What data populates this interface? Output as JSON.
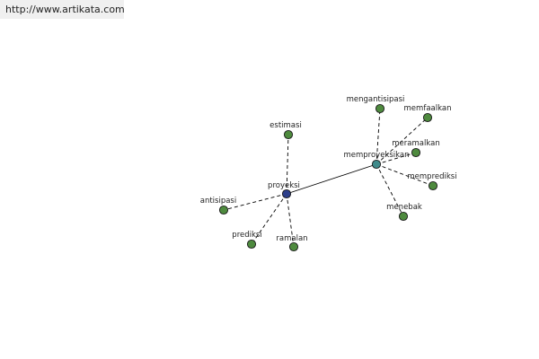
{
  "url_text": "http://www.artikata.com",
  "colors": {
    "leaf_node": "#4e8a3e",
    "center_node": "#2d3f8a",
    "hub_node": "#3f8a8a",
    "edge": "#000000"
  },
  "graph": {
    "center": "proyeksi",
    "nodes": [
      {
        "id": "proyeksi",
        "label": "proyeksi",
        "kind": "center"
      },
      {
        "id": "memproyeksikan",
        "label": "memproyeksikan",
        "kind": "hub"
      },
      {
        "id": "estimasi",
        "label": "estimasi",
        "kind": "leaf"
      },
      {
        "id": "antisipasi",
        "label": "antisipasi",
        "kind": "leaf"
      },
      {
        "id": "prediksi",
        "label": "prediksi",
        "kind": "leaf"
      },
      {
        "id": "ramalan",
        "label": "ramalan",
        "kind": "leaf"
      },
      {
        "id": "mengantisipasi",
        "label": "mengantisipasi",
        "kind": "leaf"
      },
      {
        "id": "memfaalkan",
        "label": "memfaalkan",
        "kind": "leaf"
      },
      {
        "id": "meramalkan",
        "label": "meramalkan",
        "kind": "leaf"
      },
      {
        "id": "memprediksi",
        "label": "memprediksi",
        "kind": "leaf"
      },
      {
        "id": "menebak",
        "label": "menebak",
        "kind": "leaf"
      }
    ],
    "edges": [
      {
        "from": "proyeksi",
        "to": "memproyeksikan",
        "style": "solid"
      },
      {
        "from": "proyeksi",
        "to": "estimasi",
        "style": "dashed"
      },
      {
        "from": "proyeksi",
        "to": "antisipasi",
        "style": "dashed"
      },
      {
        "from": "proyeksi",
        "to": "prediksi",
        "style": "dashed"
      },
      {
        "from": "proyeksi",
        "to": "ramalan",
        "style": "dashed"
      },
      {
        "from": "memproyeksikan",
        "to": "mengantisipasi",
        "style": "dashed"
      },
      {
        "from": "memproyeksikan",
        "to": "memfaalkan",
        "style": "dashed"
      },
      {
        "from": "memproyeksikan",
        "to": "meramalkan",
        "style": "dashed"
      },
      {
        "from": "memproyeksikan",
        "to": "memprediksi",
        "style": "dashed"
      },
      {
        "from": "memproyeksikan",
        "to": "menebak",
        "style": "dashed"
      }
    ]
  }
}
